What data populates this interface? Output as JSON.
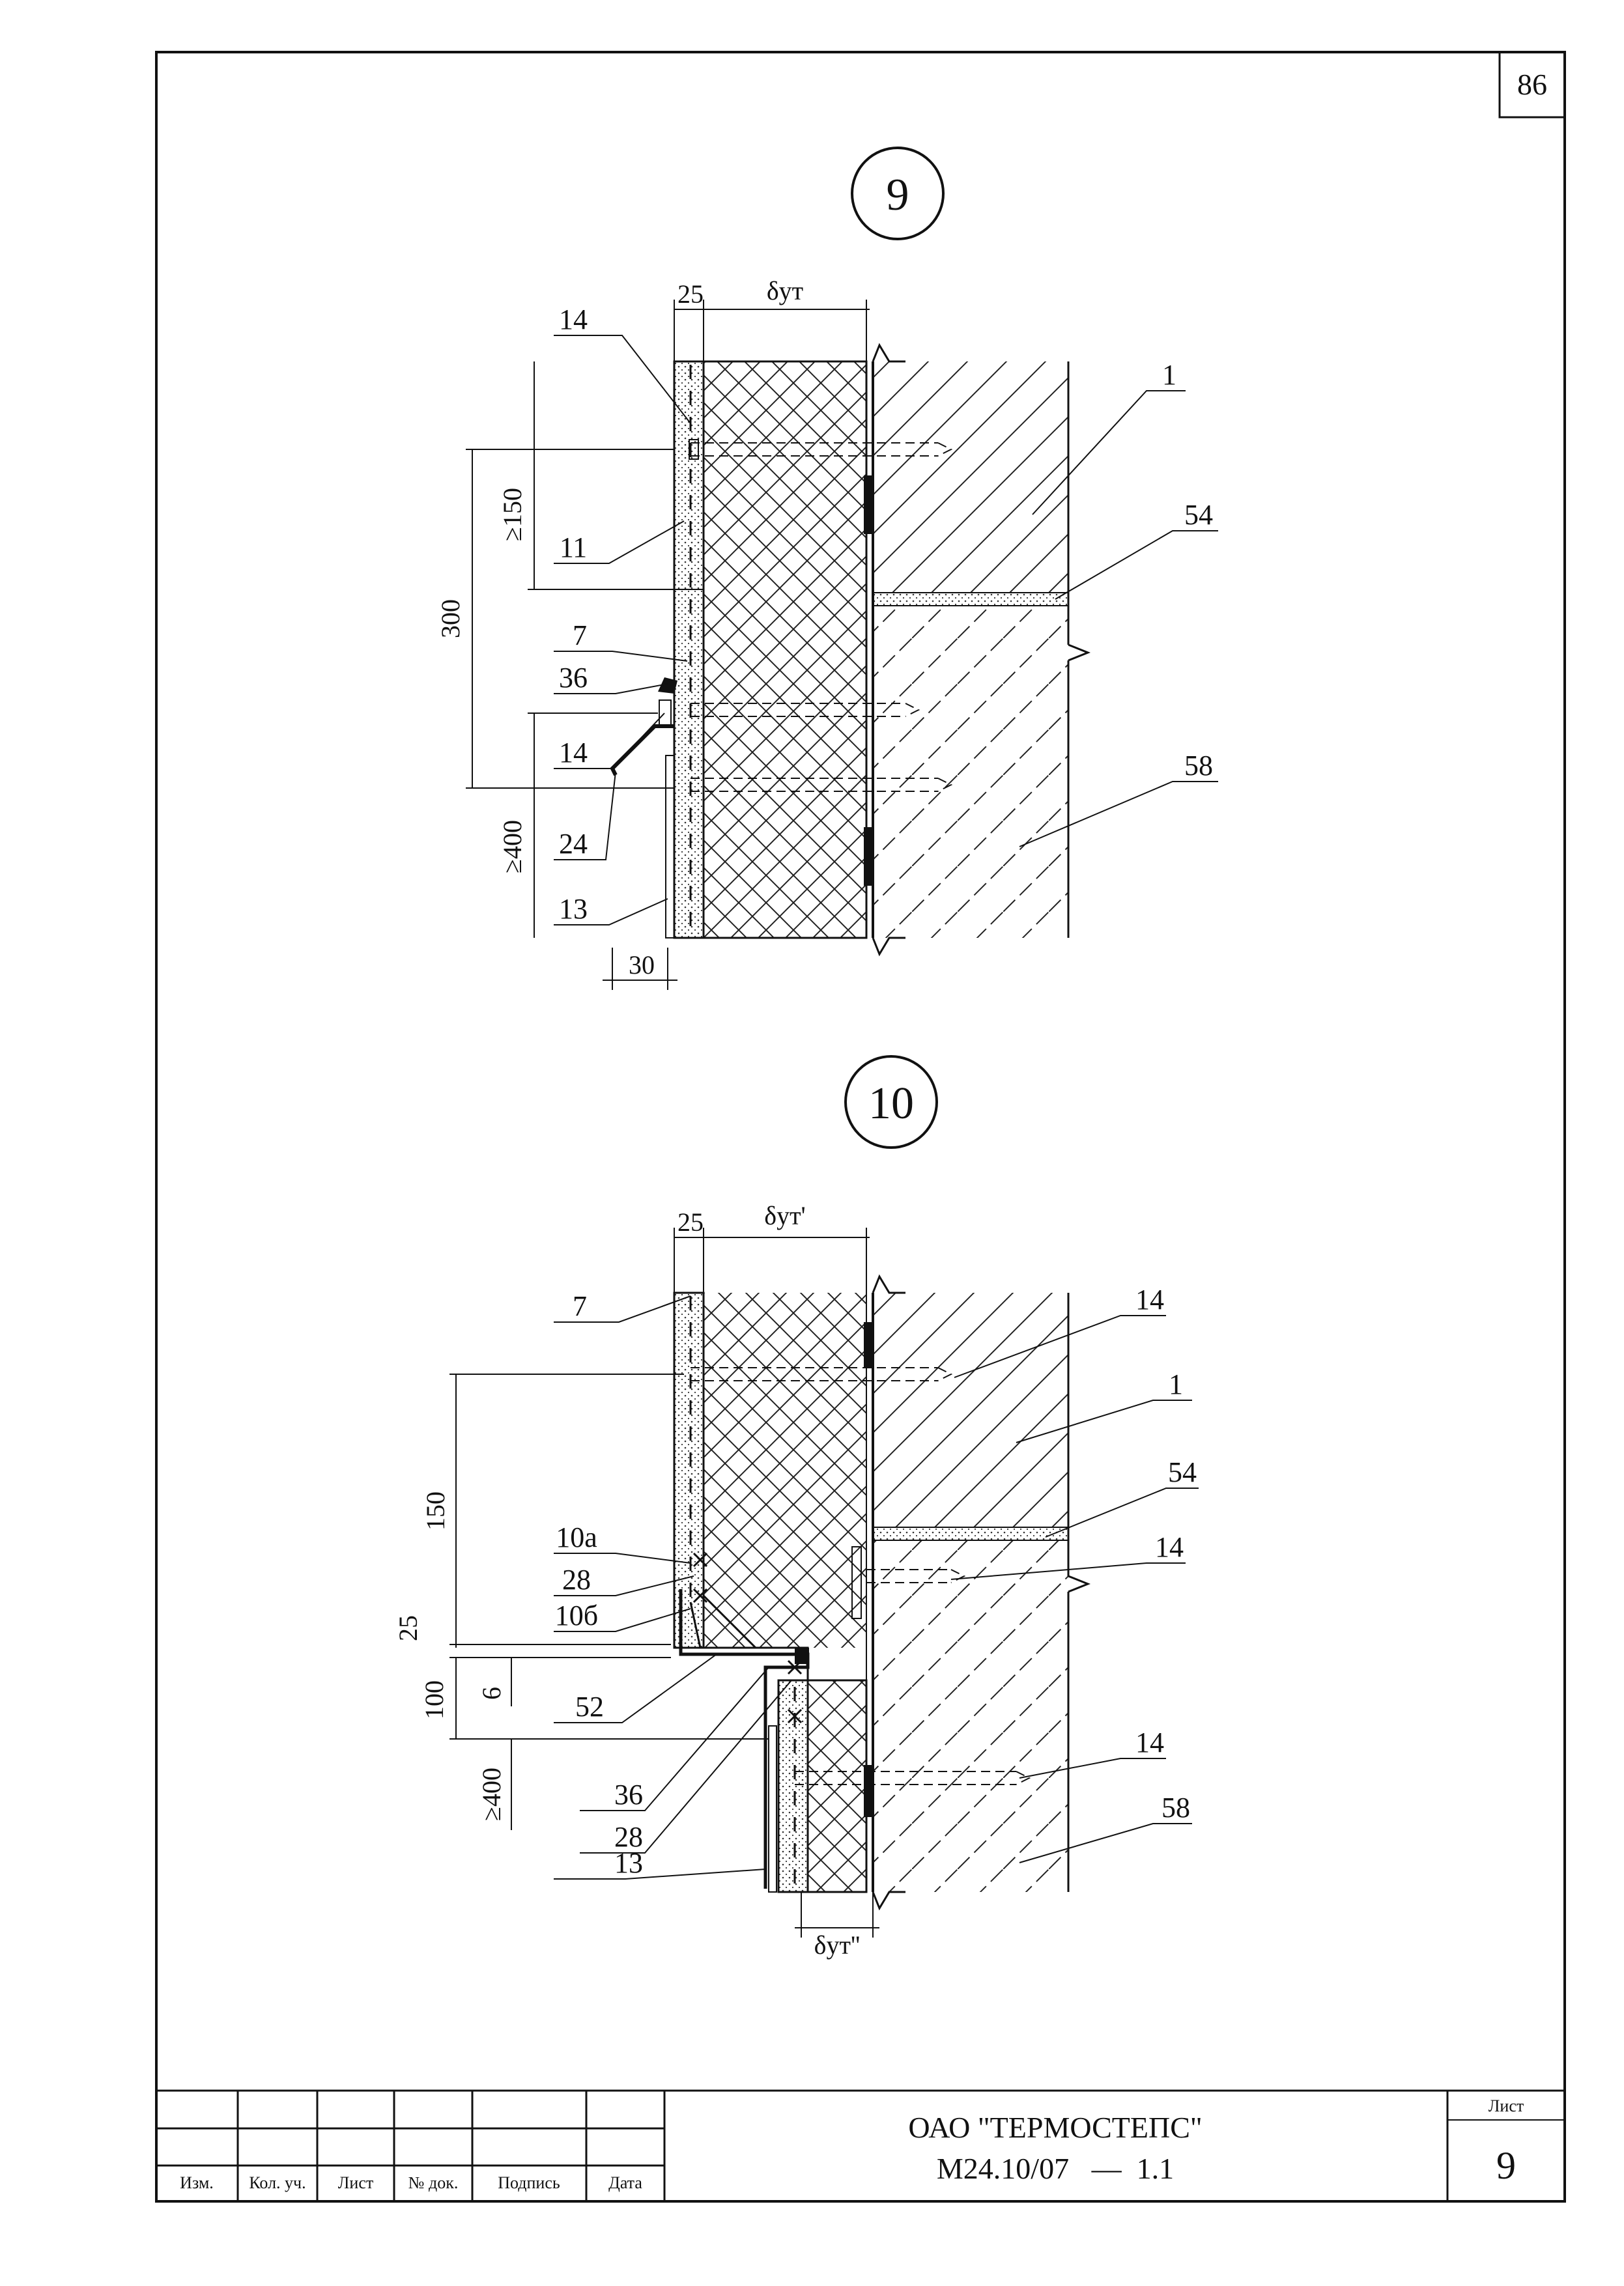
{
  "page_number": "86",
  "detail_9": {
    "marker": "9",
    "dims": {
      "top_face": "25",
      "top_insul": "δут",
      "a": "≥150",
      "b": "300",
      "c": "≥400",
      "d": "30"
    },
    "callouts": {
      "l14a": "14",
      "l11": "11",
      "l7": "7",
      "l36": "36",
      "l14b": "14",
      "l24": "24",
      "l13": "13",
      "l1": "1",
      "l54": "54",
      "l58": "58"
    }
  },
  "detail_10": {
    "marker": "10",
    "dims": {
      "top_face": "25",
      "top_insul": "δут'",
      "a": "150",
      "b": "25",
      "c": "100",
      "d": "6",
      "e": "≥400",
      "bottom_insul": "δут''"
    },
    "callouts": {
      "l7": "7",
      "l14a": "14",
      "l1": "1",
      "l54": "54",
      "l14b": "14",
      "l10a": "10а",
      "l28a": "28",
      "l10b": "10б",
      "l52": "52",
      "l36": "36",
      "l28b": "28",
      "l13": "13",
      "l14c": "14",
      "l58": "58"
    }
  },
  "title_block": {
    "headers": [
      "Изм.",
      "Кол. уч.",
      "Лист",
      "№ док.",
      "Подпись",
      "Дата"
    ],
    "organization": "ОАО \"ТЕРМОСТЕПС\"",
    "document_code": "М24.10/07   —  1.1",
    "sheet_label": "Лист",
    "sheet_number": "9"
  }
}
